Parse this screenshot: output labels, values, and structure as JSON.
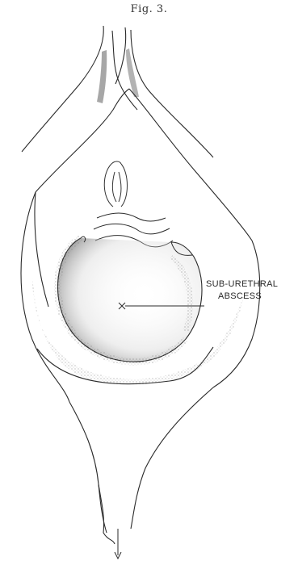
{
  "figure": {
    "title": "Fig. 3."
  },
  "annotation": {
    "line1": "SUB-URETHRAL",
    "line2": "ABSCESS"
  }
}
